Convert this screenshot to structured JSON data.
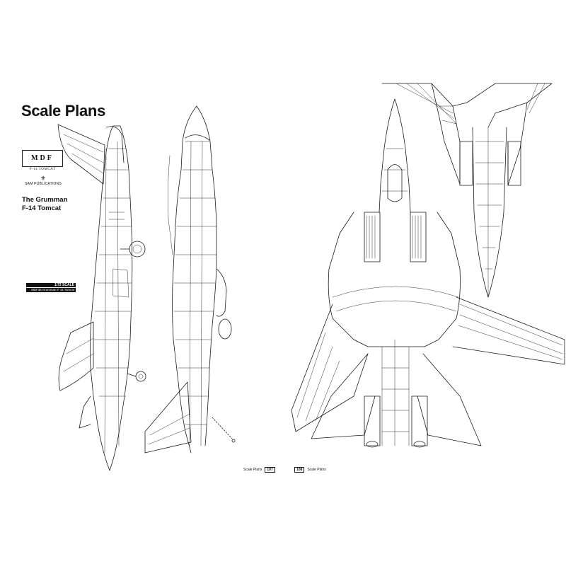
{
  "page": {
    "title": "Scale Plans",
    "logo_text": "MDF",
    "logo_subtext": "F-14 TOMCAT",
    "publisher": "SAM PUBLICATIONS",
    "aircraft_title_line1": "The Grumman",
    "aircraft_title_line2": "F-14 Tomcat",
    "scale_label": "1/72 SCALE",
    "scale_caption": "MDF35 Grumman F-14 Tomcat"
  },
  "folios": {
    "left_label": "Scale Plans",
    "left_number": "107",
    "right_number": "108",
    "right_label": "Scale Plans"
  },
  "views": {
    "left_page": [
      "side-profile",
      "side-profile-wings-extended"
    ],
    "right_page": [
      "upper-planform",
      "front-fuselage-underside"
    ]
  }
}
